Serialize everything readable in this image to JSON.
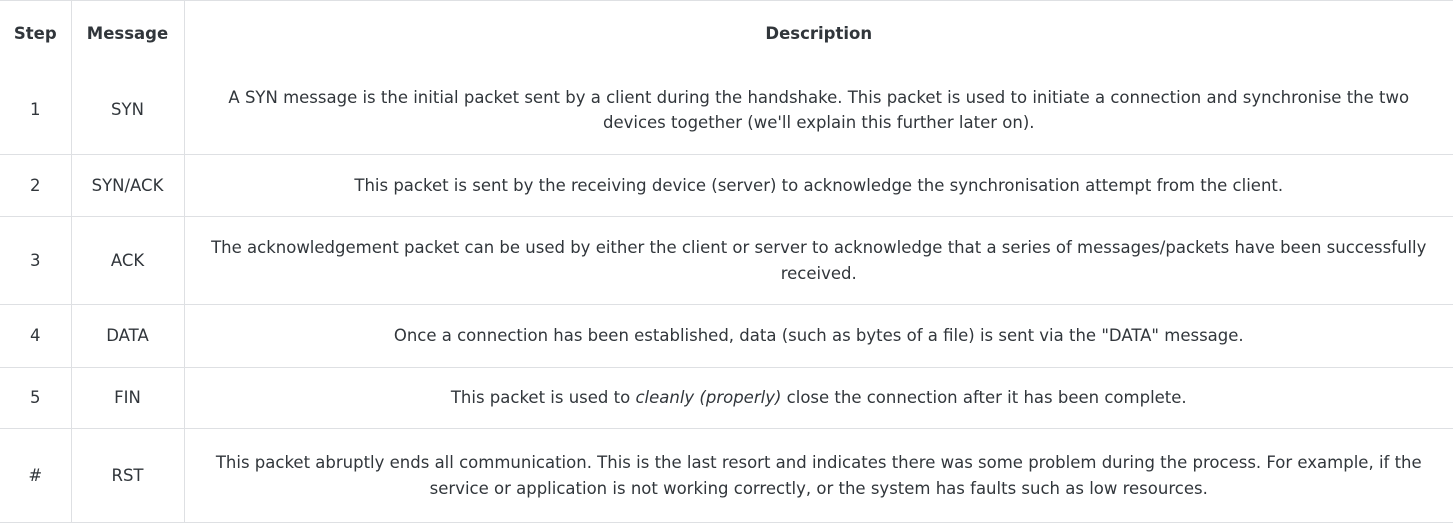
{
  "table": {
    "headers": [
      "Step",
      "Message",
      "Description"
    ],
    "rows": [
      {
        "step": "1",
        "message": "SYN",
        "description_pre": "A SYN message is the initial packet sent by a client during the handshake. This packet is used to initiate a connection and synchronise the two devices together (we'll explain this further later on).",
        "description_em": "",
        "description_post": ""
      },
      {
        "step": "2",
        "message": "SYN/ACK",
        "description_pre": "This packet is sent by the receiving device (server) to acknowledge the synchronisation attempt from the client.",
        "description_em": "",
        "description_post": ""
      },
      {
        "step": "3",
        "message": "ACK",
        "description_pre": "The acknowledgement packet can be used by either the client or server to acknowledge that a series of messages/packets have been successfully received.",
        "description_em": "",
        "description_post": ""
      },
      {
        "step": "4",
        "message": "DATA",
        "description_pre": "Once a connection has been established, data (such as bytes of a file) is sent via the \"DATA\" message.",
        "description_em": "",
        "description_post": ""
      },
      {
        "step": "5",
        "message": "FIN",
        "description_pre": "This packet is used to ",
        "description_em": "cleanly (properly)",
        "description_post": " close the connection after it has been complete."
      },
      {
        "step": "#",
        "message": "RST",
        "description_pre": "This packet abruptly ends all communication. This is the last resort and indicates there was some problem during the process. For example, if the service or application is not working correctly, or the system has faults such as low resources.",
        "description_em": "",
        "description_post": ""
      }
    ]
  },
  "colors": {
    "text": "#31363b",
    "border": "#dee0e3",
    "background": "#ffffff"
  }
}
